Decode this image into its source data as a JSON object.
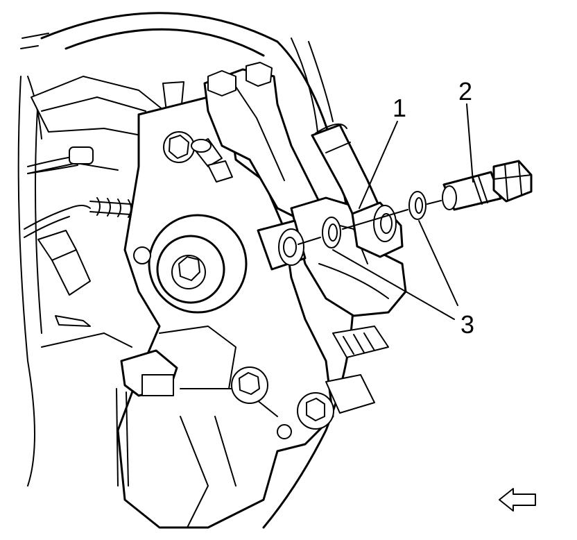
{
  "callouts": [
    {
      "id": "1",
      "label": "1"
    },
    {
      "id": "2",
      "label": "2"
    },
    {
      "id": "3",
      "label": "3"
    }
  ],
  "icons": {
    "direction_arrow": "arrow-left-icon"
  }
}
